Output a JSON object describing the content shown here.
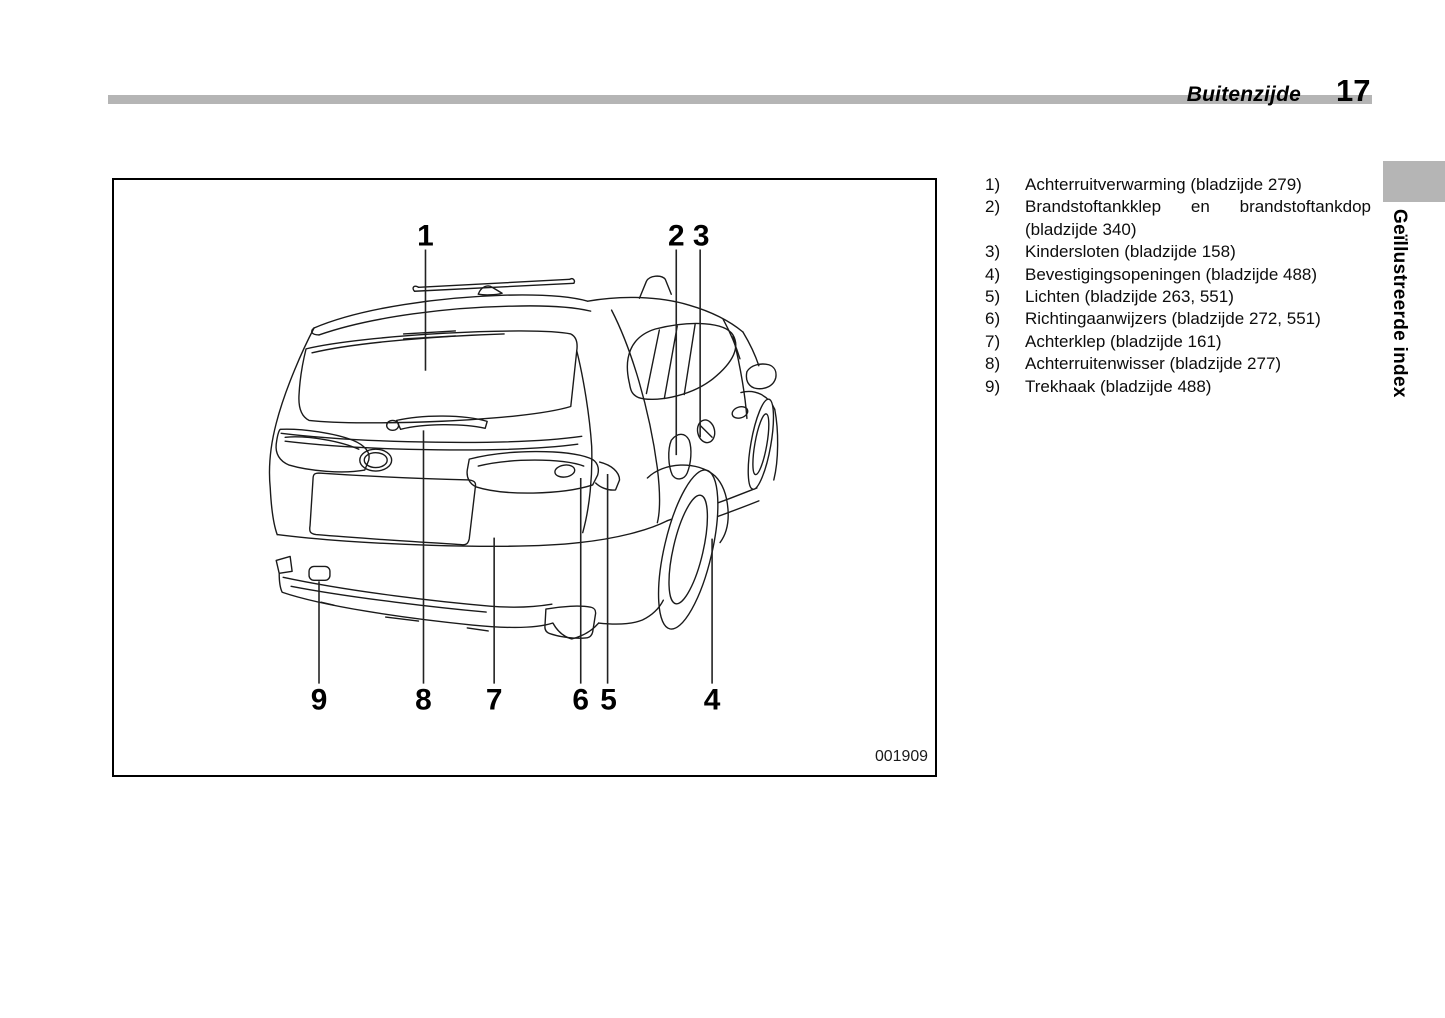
{
  "header": {
    "section": "Buitenzijde",
    "page": "17"
  },
  "side": {
    "tab_label": "Geïllustreerde index"
  },
  "figure": {
    "code": "001909",
    "callouts": [
      {
        "label": "1"
      },
      {
        "label": "2"
      },
      {
        "label": "3"
      },
      {
        "label": "9"
      },
      {
        "label": "8"
      },
      {
        "label": "7"
      },
      {
        "label": "6"
      },
      {
        "label": "5"
      },
      {
        "label": "4"
      }
    ]
  },
  "legend": {
    "items": [
      {
        "num": "1)",
        "text": "Achterruitverwarming (bladzijde 279)"
      },
      {
        "num": "2)",
        "text": "Brandstoftankklep en brandstoftankdop (bladzijde 340)"
      },
      {
        "num": "3)",
        "text": "Kindersloten (bladzijde 158)"
      },
      {
        "num": "4)",
        "text": "Bevestigingsopeningen (bladzijde 488)"
      },
      {
        "num": "5)",
        "text": "Lichten (bladzijde 263, 551)"
      },
      {
        "num": "6)",
        "text": "Richtingaanwijzers (bladzijde 272, 551)"
      },
      {
        "num": "7)",
        "text": "Achterklep (bladzijde 161)"
      },
      {
        "num": "8)",
        "text": "Achterruitenwisser (bladzijde 277)"
      },
      {
        "num": "9)",
        "text": "Trekhaak (bladzijde 488)"
      }
    ]
  },
  "colors": {
    "rule_gray": "#b5b5b5",
    "line_art": "#1a1a1a"
  }
}
